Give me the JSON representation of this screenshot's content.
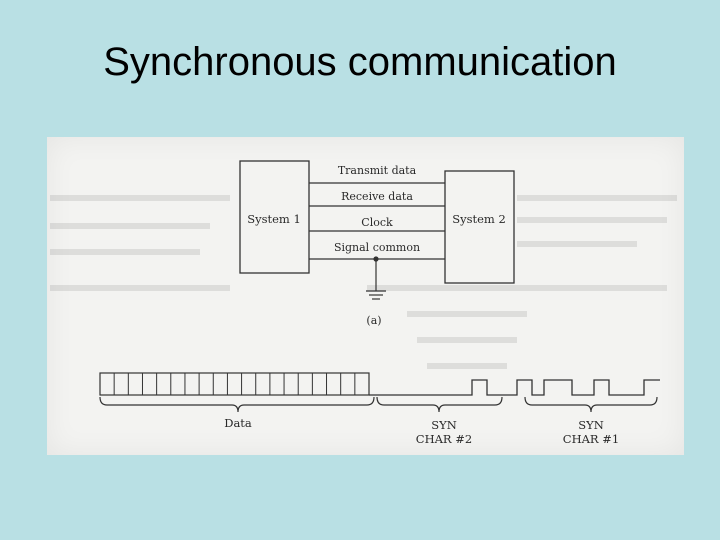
{
  "slide": {
    "title": "Synchronous communication"
  },
  "diagram": {
    "system1_label": "System 1",
    "system2_label": "System 2",
    "lines": [
      "Transmit data",
      "Receive data",
      "Clock",
      "Signal common"
    ],
    "caption": "(a)",
    "data_label": "Data",
    "syn2_label": "SYN",
    "char2_label": "CHAR #2",
    "syn1_label": "SYN",
    "char1_label": "CHAR #1"
  }
}
